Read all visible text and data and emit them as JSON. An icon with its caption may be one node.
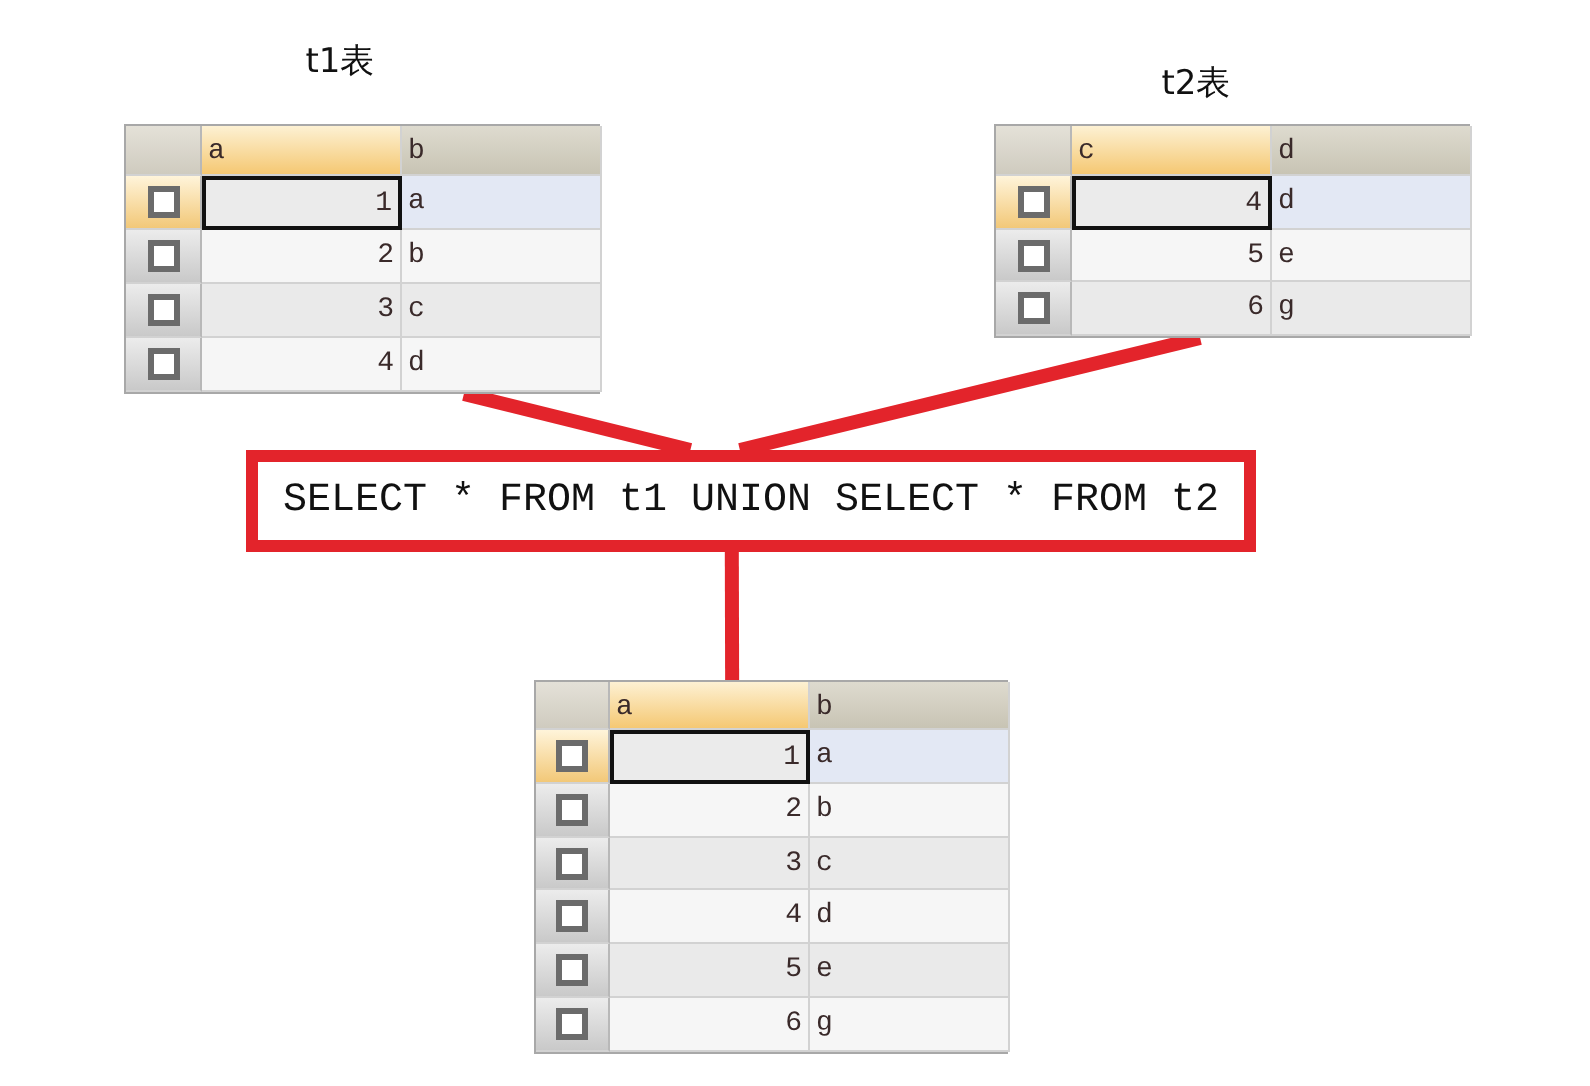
{
  "diagram": {
    "nodes": [
      {
        "text": [
          "t1表",
          "a",
          "b",
          "1",
          "a",
          "2",
          "b",
          "3",
          "c",
          "4",
          "d"
        ]
      },
      {
        "text": [
          "t2表",
          "c",
          "d",
          "4",
          "d",
          "5",
          "e",
          "6",
          "g"
        ]
      },
      {
        "text": [
          "SELECT * FROM t1 UNION SELECT * FROM t2"
        ]
      },
      {
        "text": [
          "a",
          "b",
          "1",
          "a",
          "2",
          "b",
          "3",
          "c",
          "4",
          "d",
          "5",
          "e",
          "6",
          "g"
        ]
      }
    ],
    "edges": [
      {
        "from": 0,
        "to": 2,
        "arrow": "none"
      },
      {
        "from": 1,
        "to": 2,
        "arrow": "none"
      },
      {
        "from": 2,
        "to": 3,
        "arrow": "none"
      }
    ]
  }
}
